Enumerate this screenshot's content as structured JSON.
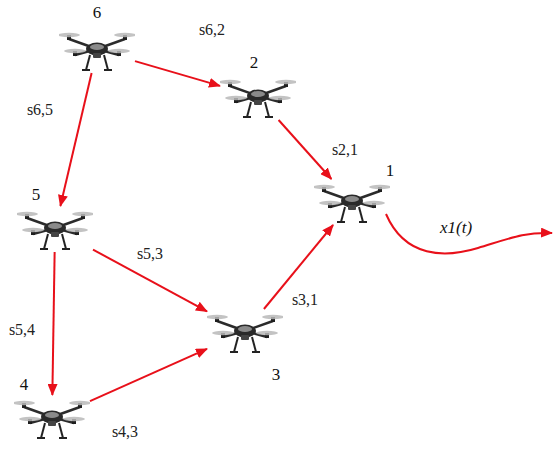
{
  "diagram": {
    "nodes": [
      {
        "text": [
          "6"
        ]
      },
      {
        "text": [
          "2"
        ]
      },
      {
        "text": [
          "1"
        ]
      },
      {
        "text": [
          "5"
        ]
      },
      {
        "text": [
          "3"
        ]
      },
      {
        "text": [
          "4"
        ]
      }
    ],
    "edges": [
      {
        "from": 0,
        "to": 1,
        "arrow": "to",
        "label": "s6,2"
      },
      {
        "from": 1,
        "to": 2,
        "arrow": "to",
        "label": "s2,1"
      },
      {
        "from": 0,
        "to": 3,
        "arrow": "to",
        "label": "s6,5"
      },
      {
        "from": 3,
        "to": 4,
        "arrow": "to",
        "label": "s5,3"
      },
      {
        "from": 4,
        "to": 2,
        "arrow": "to",
        "label": "s3,1"
      },
      {
        "from": 3,
        "to": 5,
        "arrow": "to",
        "label": "s5,4"
      },
      {
        "from": 5,
        "to": 4,
        "arrow": "to",
        "label": "s4,3"
      }
    ],
    "labels": [
      "x1(t)"
    ]
  }
}
